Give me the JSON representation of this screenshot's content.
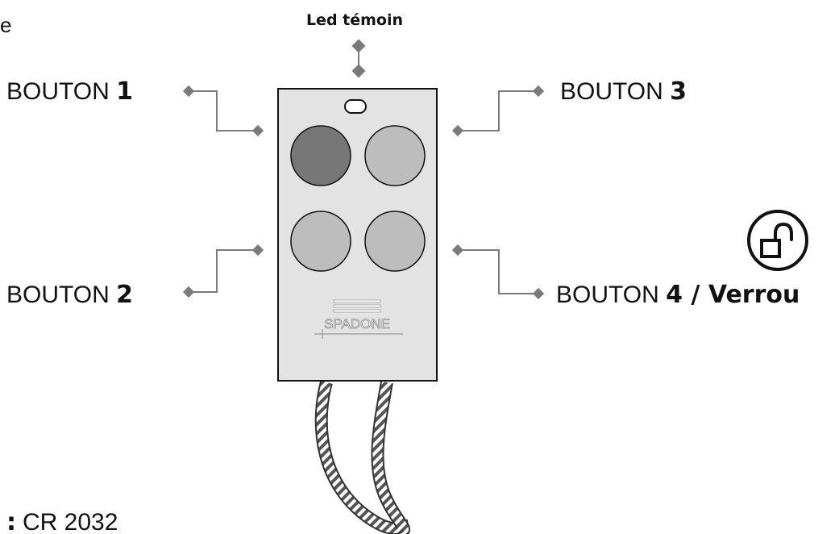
{
  "labels": {
    "led": "Led témoin",
    "b1_prefix": "BOUTON ",
    "b1_num": "1",
    "b2_prefix": "BOUTON ",
    "b2_num": "2",
    "b3_prefix": "BOUTON ",
    "b3_num": "3",
    "b4_prefix": "BOUTON ",
    "b4_suffix": "4 / Verrou",
    "battery_colon": ":",
    "battery_value": "CR 2032",
    "corner_char": "e"
  },
  "remote": {
    "brand": "SPADONE"
  },
  "colors": {
    "button1": "#777777",
    "buttons": "#bdbdbd",
    "body": "#e3e3e3",
    "leader": "#7a7a7a"
  },
  "icons": {
    "lock": "unlocked-padlock-icon"
  }
}
